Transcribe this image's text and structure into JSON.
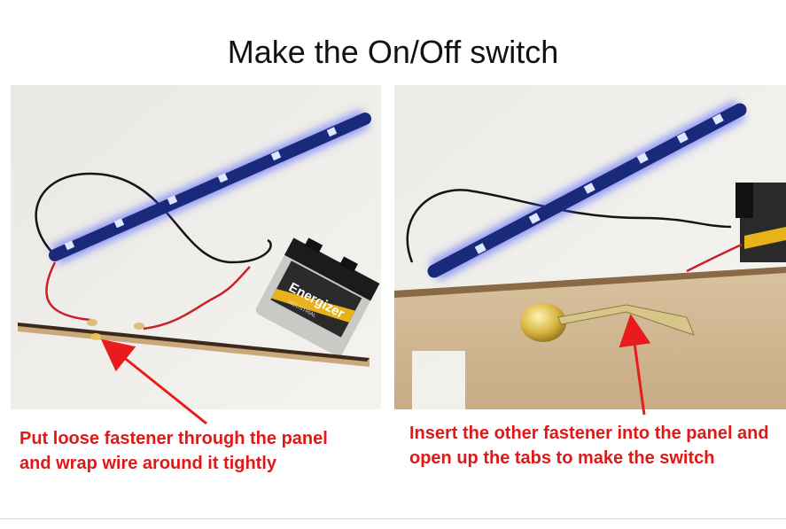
{
  "slide": {
    "title": "Make the On/Off switch",
    "left_caption": "Put loose fastener through the panel and wrap wire around it tightly",
    "right_caption": "Insert the other fastener into the panel and open up the tabs to make the switch",
    "battery_label": "Energizer",
    "battery_sublabel": "INDUSTRIAL"
  },
  "colors": {
    "caption": "#e01818",
    "arrow": "#e81c1c",
    "led_glow": "#3a4cff",
    "led_strip": "#1a2a7a"
  }
}
